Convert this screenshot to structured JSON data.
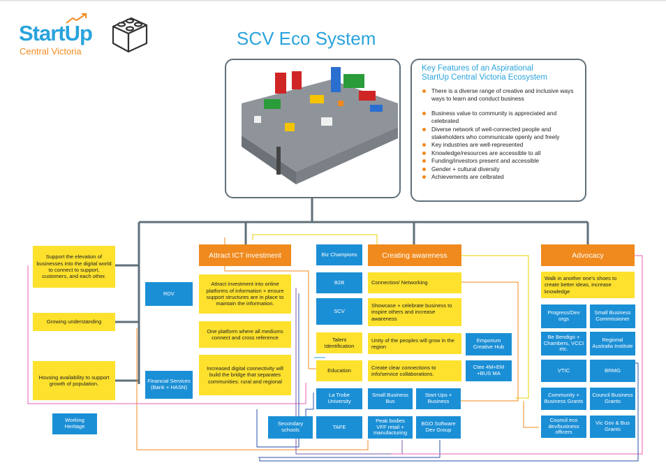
{
  "logo": {
    "start": "Start",
    "up": "Up",
    "sub": "Central Victoria",
    "block_icon": "lego-brick-icon"
  },
  "title": "SCV Eco System",
  "photo": {
    "icon": "lego-city-model-image"
  },
  "features": {
    "title_line1": "Key Features of an Aspirational",
    "title_line2": "StartUp Central Victoria Ecosystem",
    "items": [
      "There is a diverse range of creative and inclusive ways ways to learn and conduct business",
      "Business value to community is appreciated and celebrated",
      "Diverse network of well-connected people and stakeholders who communicate openly and freely",
      "Key industries are well-represented",
      "Knowledge/resources are accessible to all",
      "Funding/investors present and accessible",
      "Gender + cultural diversity",
      "Achievements are celbrated"
    ]
  },
  "left": {
    "support": "Support the elevation of businesses into the digital world to connect to support, customers, and each other.",
    "growing": "Growing understanding",
    "housing": "Housing availability to support growth of population.",
    "working_heritage": "Working Heritage"
  },
  "rdv": "RDV",
  "financial": "Financial Services (Bank + HASN)",
  "ict": {
    "header": "Attract ICT investment",
    "items": [
      "Attract investment into online platforms of information + ensure support structures are in place to maintain the information.",
      "One platform where all mediums connect and cross reference",
      "Increased digital connectivity will build the bridge that separates communities: rural and regional"
    ]
  },
  "middle": {
    "biz_champions": "Biz Champions",
    "b2b": "B2B",
    "scv": "SCV",
    "talent": "Talent Identification",
    "education": "Education"
  },
  "awareness": {
    "header": "Creating awareness",
    "items": [
      "Connection/ Networking",
      "Showcase + celebrate business to inspire others and increase awareness",
      "Unity of the peoples will grow in the region",
      "Create clear connections to info/service collaborations."
    ],
    "emporium": "Emporium Creative Hub",
    "ctee": "Ctee 4M+EM +BUS MA"
  },
  "bottom": {
    "latrobe": "La Trobe University",
    "small_biz_bus": "Small Business Bus",
    "startups_business": "Start-Ups + Business",
    "secondary": "Secondary schools",
    "tafe": "TAFE",
    "peak_bodies": "Peak bodies VFF retail + manufacturing",
    "bgo": "BGO Software Dev Group"
  },
  "advocacy": {
    "header": "Advocacy",
    "walk": "Walk in another one's shoes to create better ideas, increase knowledge",
    "boxes": [
      "Progress/Dev orgs",
      "Small Business Commissioner",
      "Be Bendigo + Chambers, VCCI etc.",
      "Regional Australia Institute",
      "VTIC",
      "BRMG",
      "Community + Business Grants",
      "Council Business Grants",
      "Council eco dev/business officers",
      "Vic Gov & Bus Grants"
    ]
  },
  "colors": {
    "blue": "#1b8fd6",
    "yellow": "#fde12d",
    "orange": "#f08a1e",
    "connector": "#5f6f7a",
    "title_blue": "#2aa3dc"
  }
}
